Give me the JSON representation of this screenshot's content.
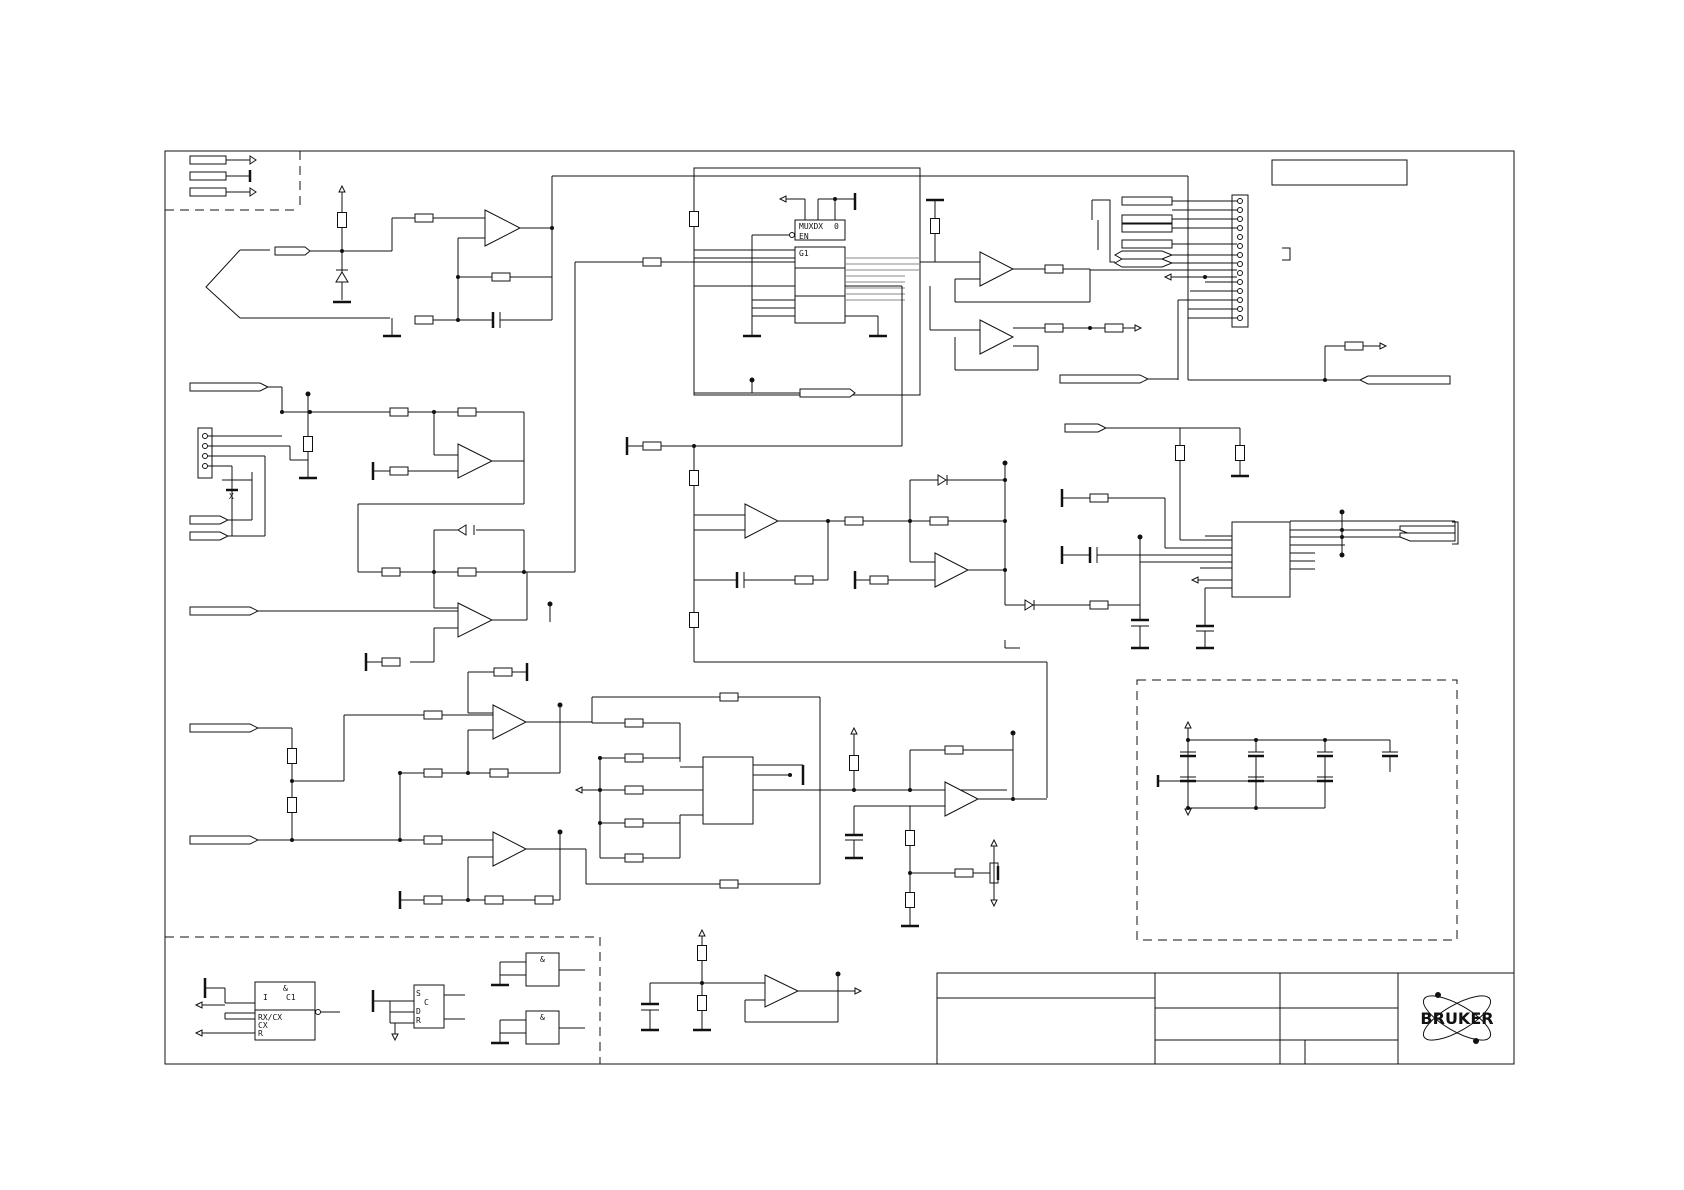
{
  "logo": {
    "text": "BRUKER"
  },
  "mux": {
    "label1": "MUXDX",
    "label2": "EN",
    "label3": "G1",
    "label4": "0"
  },
  "monoflop": {
    "in": "I",
    "out": "C1",
    "label1": "RX/CX",
    "label2": "CX",
    "label3": "R",
    "label4": "&"
  },
  "flipflop": {
    "s": "S",
    "c": "C",
    "d": "D",
    "r": "R"
  },
  "gate_label": "&",
  "junction_x": "X",
  "colors": {
    "line": "#111111",
    "grey_line": "#888888",
    "background": "#ffffff"
  }
}
